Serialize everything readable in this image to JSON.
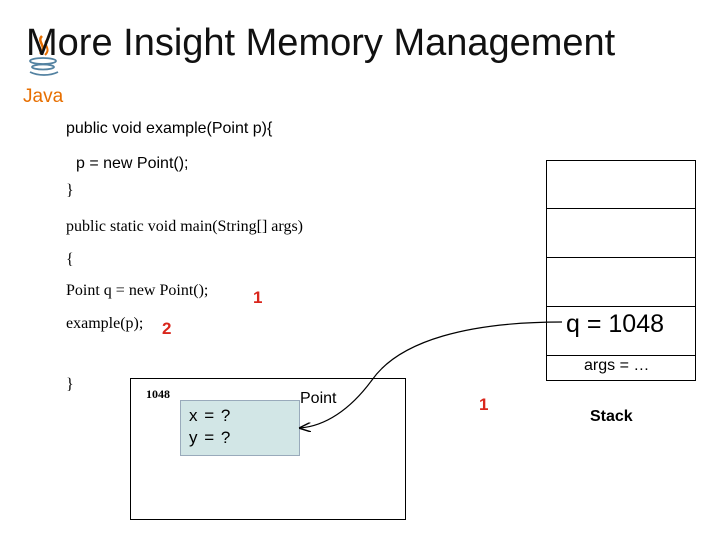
{
  "slide": {
    "title": "More Insight Memory Management",
    "logo_text": "Java"
  },
  "code": {
    "line1": "public void example(Point p){",
    "line2": "p = new Point();",
    "line3": "}",
    "line4": "public static void main(String[] args)",
    "line5": "{",
    "line6": "Point q = new Point();",
    "line7": "example(p);",
    "line8": "}"
  },
  "markers": {
    "step1_code": "1",
    "step2_code": "2",
    "step1_arrow": "1"
  },
  "heap": {
    "address": "1048",
    "object_label": "Point",
    "field_x": "x = ?",
    "field_y": "y = ?"
  },
  "stack": {
    "q_entry": "q = 1048",
    "args_entry": "args = …",
    "label": "Stack"
  },
  "colors": {
    "marker": "#d9261c",
    "object_fill": "#d2e6e6"
  }
}
